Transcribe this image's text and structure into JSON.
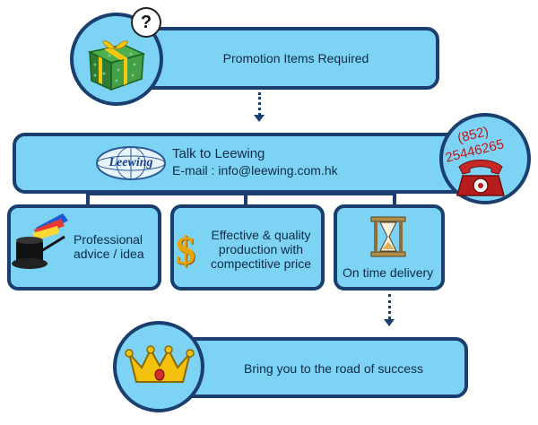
{
  "step1": {
    "label": "Promotion Items Required",
    "bubble": "?"
  },
  "step2": {
    "title": "Talk to Leewing",
    "email": "E-mail : info@leewing.com.hk",
    "logo_text": "Leewing",
    "phone_area": "(852)",
    "phone_number": "25446265"
  },
  "benefits": [
    {
      "label": "Professional advice / idea",
      "icon": "magic-hat-icon"
    },
    {
      "label": "Effective & quality production with compectitive price",
      "icon": "dollar-icon"
    },
    {
      "label": "On time delivery",
      "icon": "hourglass-icon"
    }
  ],
  "step3": {
    "label": "Bring you to the road of success",
    "icon": "crown-icon"
  },
  "colors": {
    "box_fill": "#7dd3f3",
    "box_border": "#1a3f6e",
    "text": "#102a4a"
  }
}
